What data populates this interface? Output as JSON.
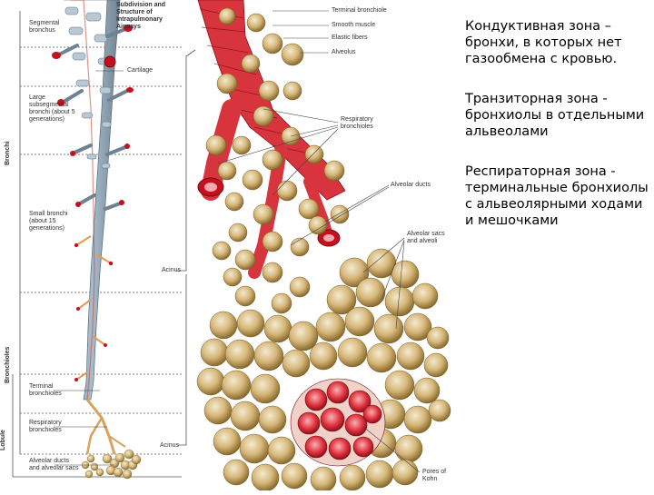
{
  "figure": {
    "title": "Subdivision and Structure of Intrapulmonary Airways",
    "left_labels": {
      "segmental": "Segmental bronchus",
      "cartilage": "Cartilage",
      "large_subsegmental": "Large subsegmental bronchi (about 5 generations)",
      "small_bronchi": "Small bronchi (about 15 generations)",
      "terminal": "Terminal bronchioles",
      "respiratory": "Respiratory bronchioles",
      "alveolar": "Alveolar ducts and alveolar sacs"
    },
    "vertical_labels": {
      "bronchi": "Bronchi",
      "bronchioles": "Bronchioles",
      "lobule": "Lobule"
    },
    "acinus_labels": {
      "top": "Acinus",
      "bottom": "Acinus"
    },
    "right_labels": {
      "terminal_bronchiole": "Terminal bronchiole",
      "smooth_muscle": "Smooth muscle",
      "elastic_fibers": "Elastic fibers",
      "alveolus": "Alveolus",
      "respiratory_bronchioles": "Respiratory bronchioles",
      "alveolar_ducts": "Alveolar ducts",
      "alveolar_sacs": "Alveolar sacs and alveoli",
      "pores": "Pores of Kohn"
    }
  },
  "zones": [
    {
      "title": "Кондуктивная зона",
      "sep": " – ",
      "body": "бронхи, в которых нет газообмена с кровью."
    },
    {
      "title": "Транзиторная зона",
      "sep": "  - ",
      "body": "бронхиолы в отдельными альвеолами"
    },
    {
      "title": "Респираторная зона",
      "sep": "  - ",
      "body": "терминальные бронхиолы с альвеолярными ходами и мешочками"
    }
  ]
}
